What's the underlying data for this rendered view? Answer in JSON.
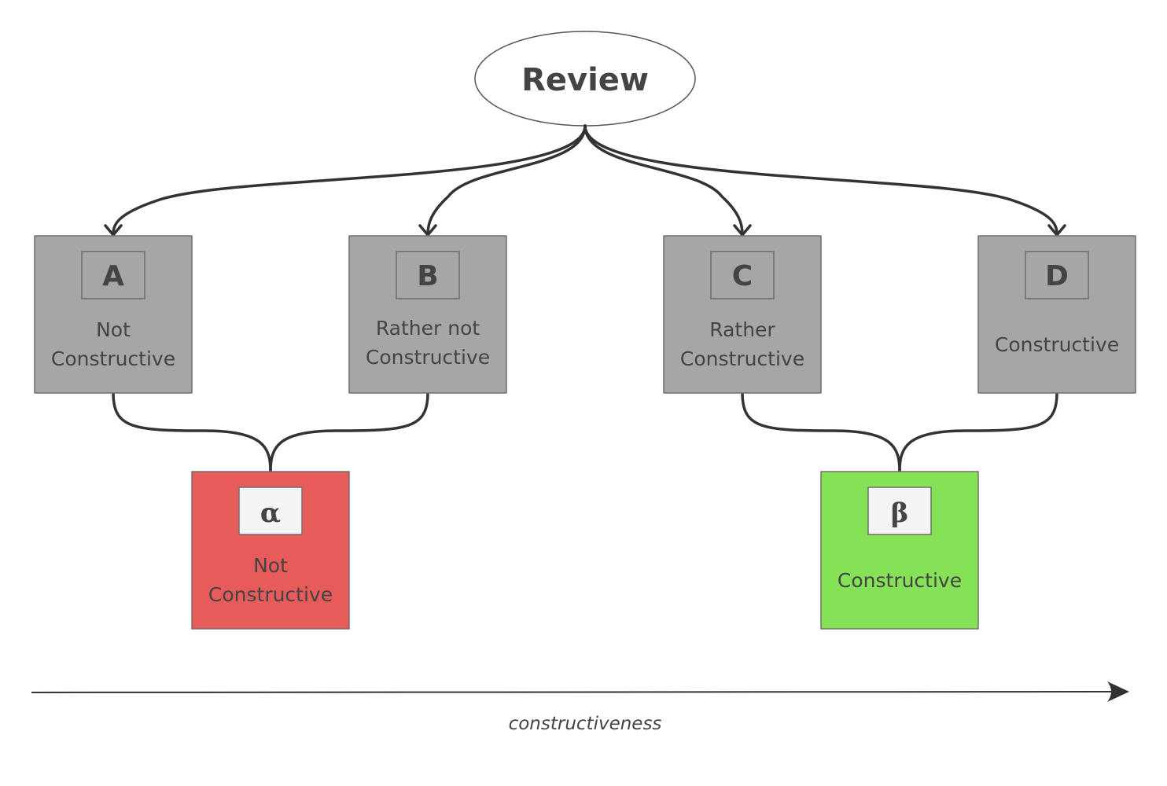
{
  "root": {
    "label": "Review"
  },
  "boxes": [
    {
      "letter": "A",
      "line1": "Not",
      "line2": "Constructive"
    },
    {
      "letter": "B",
      "line1": "Rather not",
      "line2": "Constructive"
    },
    {
      "letter": "C",
      "line1": "Rather",
      "line2": "Constructive"
    },
    {
      "letter": "D",
      "line1": "Constructive",
      "line2": ""
    }
  ],
  "outcomes": [
    {
      "letter": "α",
      "line1": "Not",
      "line2": "Constructive",
      "color": "#e85b5b"
    },
    {
      "letter": "β",
      "line1": "Constructive",
      "line2": "",
      "color": "#85e155"
    }
  ],
  "box_color": "#a6a6a6",
  "axis": {
    "label": "constructiveness"
  }
}
